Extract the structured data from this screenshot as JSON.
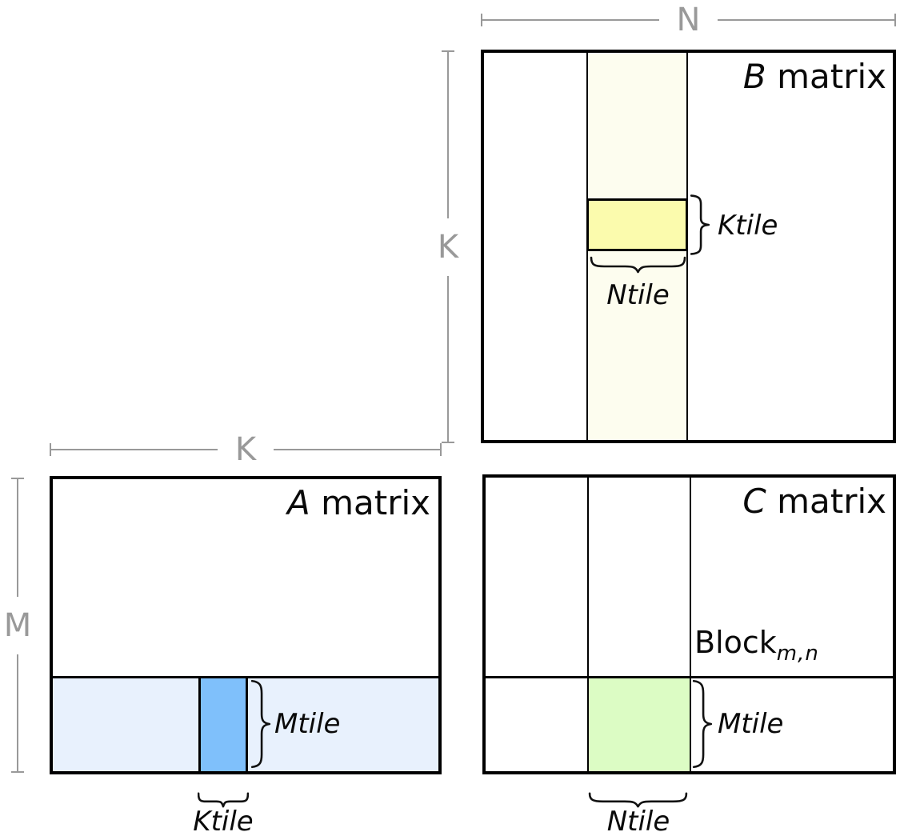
{
  "matrices": {
    "a": {
      "letter": "A",
      "word": " matrix"
    },
    "b": {
      "letter": "B",
      "word": " matrix"
    },
    "c": {
      "letter": "C",
      "word": " matrix"
    }
  },
  "dimensions": {
    "n": "N",
    "k_b": "K",
    "k_a": "K",
    "m": "M"
  },
  "tiles": {
    "b_ktile": "Ktile",
    "b_ntile": "Ntile",
    "a_mtile": "Mtile",
    "a_ktile": "Ktile",
    "c_mtile": "Mtile",
    "c_ntile": "Ntile"
  },
  "block": {
    "base": "Block",
    "subscript": "m,n"
  },
  "colors": {
    "b_strip": "#fdfdef",
    "b_ktile_fill": "#fbfbad",
    "a_strip": "#e8f1fd",
    "a_tile_fill": "#7fc0fb",
    "c_tile_fill": "#dcfcc4",
    "dim_gray": "#999999",
    "line_black": "#000000"
  }
}
